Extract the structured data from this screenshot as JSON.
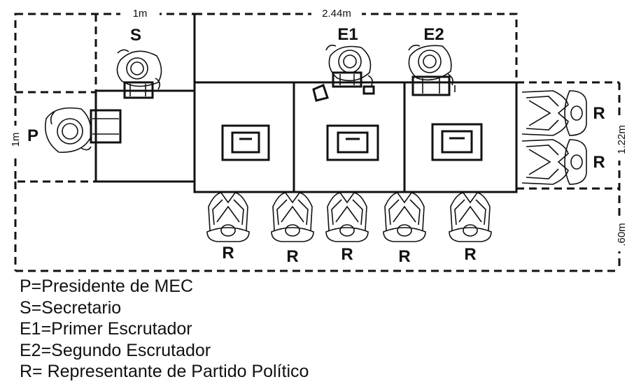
{
  "dimensions": {
    "width_top_small": "1m",
    "width_top_long": "2.44m",
    "height_left": "1m",
    "height_right_upper": "1.22m",
    "height_right_lower": ".60m"
  },
  "roles": {
    "president": "P",
    "secretary": "S",
    "first_scrutineer": "E1",
    "second_scrutineer": "E2",
    "representative": "R"
  },
  "legend": [
    "P=Presidente de MEC",
    "S=Secretario",
    "E1=Primer Escrutador",
    "E2=Segundo Escrutador",
    "R= Representante de Partido Político"
  ]
}
